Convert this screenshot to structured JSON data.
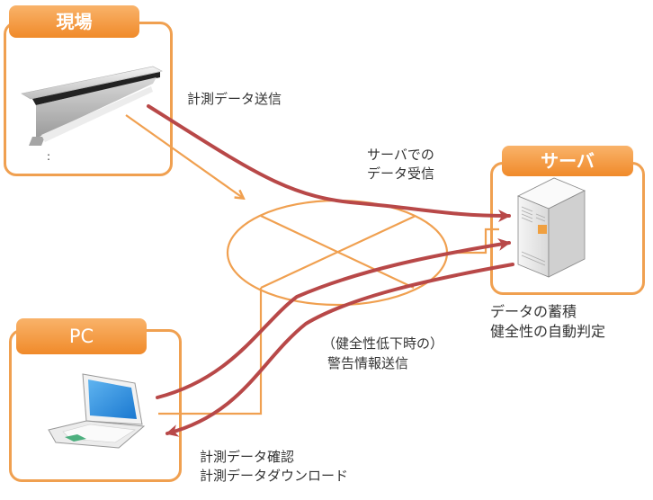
{
  "nodes": {
    "site": {
      "title": "現場",
      "caption": ":"
    },
    "server": {
      "title": "サーバ",
      "caption_lines": [
        "データの蓄積",
        "健全性の自動判定"
      ]
    },
    "pc": {
      "title": "PC"
    }
  },
  "flows": {
    "send": "計測データ送信",
    "receive_lines": [
      "サーバでの",
      "データ受信"
    ],
    "alert_lines": [
      "（健全性低下時の）",
      "警告情報送信"
    ],
    "pc_lines": [
      "計測データ確認",
      "計測データダウンロード"
    ]
  },
  "colors": {
    "accent": "#f0a050",
    "tab": "#f08a2a",
    "arrow": "#b84848",
    "screen": "#2a8ee0",
    "touchpad": "#4caf7e"
  },
  "icons": {
    "site": "rail-beam-icon",
    "server": "server-tower-icon",
    "pc": "laptop-icon",
    "network": "network-globe-icon"
  }
}
